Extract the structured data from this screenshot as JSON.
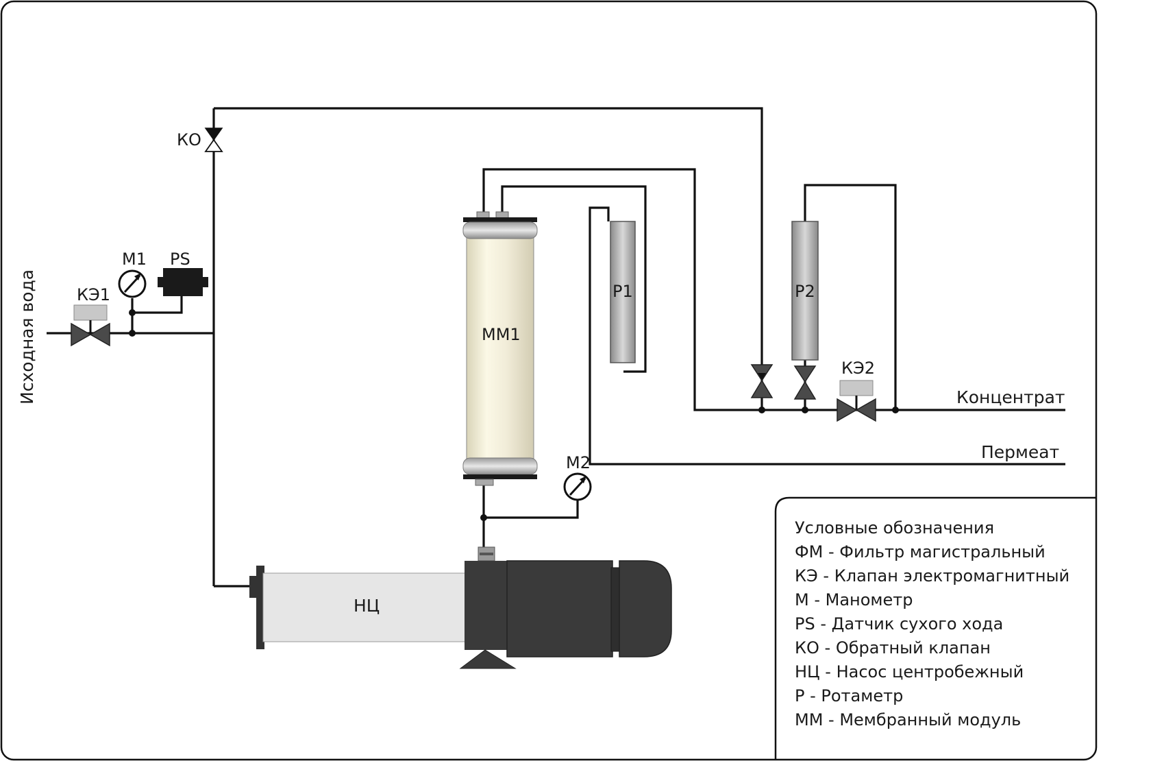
{
  "labels": {
    "source_water": "Исходная вода",
    "ke1": "КЭ1",
    "m1": "М1",
    "ps": "PS",
    "ko": "КО",
    "mm1": "ММ1",
    "p1": "Р1",
    "p2": "Р2",
    "ke2": "КЭ2",
    "m2": "М2",
    "concentrate": "Концентрат",
    "permeate": "Пермеат",
    "pump": "НЦ"
  },
  "legend": {
    "title": "Условные обозначения",
    "items": [
      "ФМ - Фильтр магистральный",
      "КЭ - Клапан электромагнитный",
      "М - Манометр",
      "PS - Датчик сухого хода",
      "КО - Обратный клапан",
      "НЦ - Насос центробежный",
      "Р - Ротаметр",
      "ММ - Мембранный модуль"
    ]
  },
  "colors": {
    "pipe": "#111111",
    "device_dark": "#3a3a3a",
    "valve_gray": "#4a4a4a",
    "module_body": "#f3efd9",
    "pump_housing": "#e6e6e6"
  }
}
